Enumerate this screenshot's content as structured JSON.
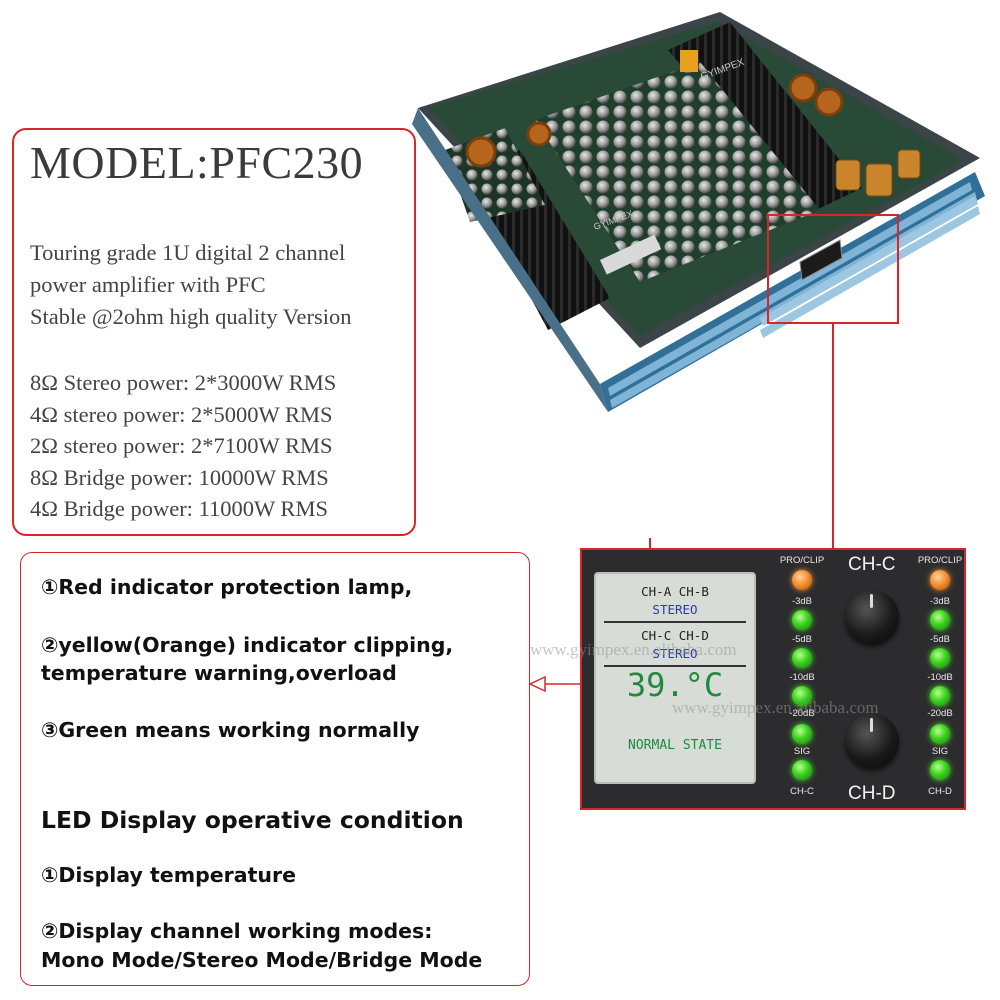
{
  "spec_box": {
    "model": "MODEL:PFC230",
    "description": [
      "Touring grade 1U digital 2 channel",
      "power amplifier with PFC",
      "Stable @2ohm high quality Version"
    ],
    "specs": [
      "8Ω Stereo power: 2*3000W RMS",
      "4Ω stereo power: 2*5000W RMS",
      "2Ω stereo power: 2*7100W RMS",
      "8Ω Bridge power: 10000W RMS",
      "4Ω Bridge power: 11000W RMS"
    ]
  },
  "callout": {
    "indicator_1": "①Red indicator protection lamp,",
    "indicator_2_line1": "②yellow(Orange) indicator clipping,",
    "indicator_2_line2": "temperature warning,overload",
    "indicator_3": "③Green means working normally",
    "display_heading": "LED Display operative condition",
    "display_1": "①Display temperature",
    "display_2_line1": "②Display channel working modes:",
    "display_2_line2": "Mono Mode/Stereo Mode/Bridge Mode"
  },
  "panel": {
    "lcd": {
      "row1_top": "CH-A CH-B",
      "row1_mode": "STEREO",
      "row2_top": "CH-C CH-D",
      "row2_mode": "STEREO",
      "temperature": "39.°C",
      "state": "NORMAL STATE"
    },
    "channel_top": "CH-C",
    "channel_bottom": "CH-D",
    "left_leds": [
      "PRO/CLIP",
      "-3dB",
      "-5dB",
      "-10dB",
      "-20dB",
      "SIG",
      "CH-C"
    ],
    "right_leds": [
      "PRO/CLIP",
      "-3dB",
      "-5dB",
      "-10dB",
      "-20dB",
      "SIG",
      "CH-D"
    ]
  },
  "amp_branding": "GYIMPEX",
  "watermarks": [
    "www.gyimpex.en.alibaba.com",
    "www.gyimpex.en.alibaba.com"
  ],
  "colors": {
    "frame_red": "#d7262a",
    "led_green": "#3bd11f",
    "led_orange": "#f08a2a",
    "lcd_text_green": "#1f8a3c",
    "lcd_text_blue": "#2a3aa8"
  },
  "icons": [
    "arrow-left-icon"
  ]
}
